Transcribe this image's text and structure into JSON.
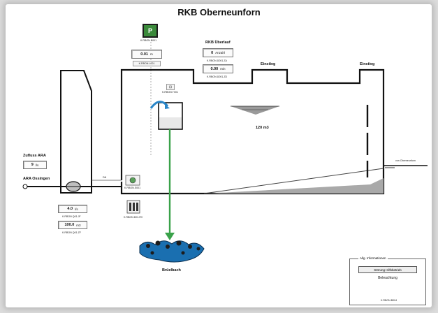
{
  "title": "RKB Oberneunforn",
  "p_button_label": "P",
  "p_button_tag": "K.RBON.B001",
  "level": {
    "value": "0.01",
    "unit": "m",
    "tag": "K.RBON.L001"
  },
  "overflow": {
    "title": "RKB Überlauf",
    "count_value": "0",
    "count_unit": "Anzahl",
    "count_tag": "K.RBON.Ü001.ZA",
    "duration_value": "0.00",
    "duration_unit": "min",
    "duration_tag": "K.RBON.Ü001.ZD"
  },
  "inlet_1": "Einstieg",
  "inlet_2": "Einstieg",
  "pump_tag": "K.RBON.T001",
  "volume_label": "120 m3",
  "from_label": "von Oberneunforn",
  "inflow": {
    "title": "Zufluss ARA",
    "value": "9",
    "unit": "l/s"
  },
  "ara_label": "ARA Ossingen",
  "pipe_label": "DN",
  "valve_tag": "K.RBON.S001",
  "flow": {
    "value": "4.0",
    "unit": "l/s",
    "tag": "K.RBON.Q01.JF"
  },
  "total": {
    "value": "100.0",
    "unit": "m3",
    "tag": "K.RBON.Q01.ZF"
  },
  "device_tag": "K.RBON.D01.RV",
  "creek_label": "Brüelbach",
  "info": {
    "caption": "Allg. Informationen",
    "fault_button": "Störung Hilfsbetrieb",
    "lighting_label": "Beleuchtung",
    "lighting_tag": "K.RBON.B004"
  },
  "colors": {
    "water_fill": "#bfbfbf",
    "arrow": "#2a86c8",
    "discharge": "#3aa24a",
    "structure": "#111111"
  }
}
